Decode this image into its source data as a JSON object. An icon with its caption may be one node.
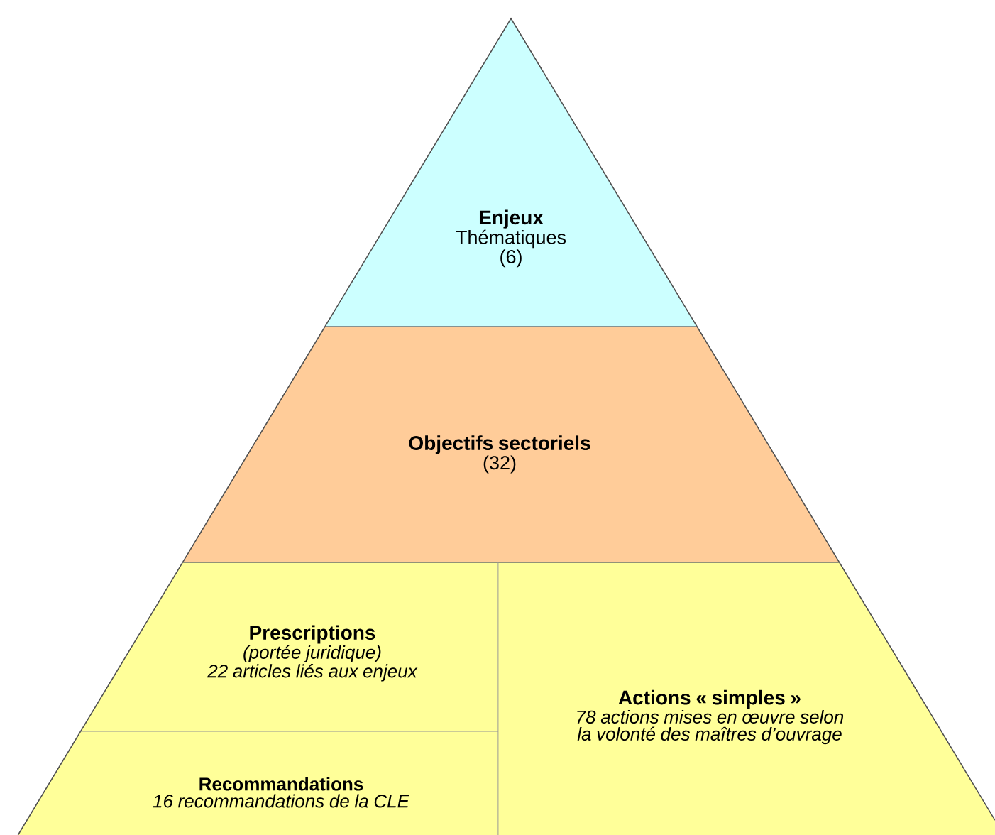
{
  "diagram": {
    "nodes": [
      {
        "text": [
          "Enjeux",
          "Thématiques",
          "(6)"
        ]
      },
      {
        "text": [
          "Objectifs sectoriels",
          "(32)"
        ]
      },
      {
        "text": [
          "Prescriptions",
          "(portée juridique)",
          "22 articles liés aux enjeux"
        ]
      },
      {
        "text": [
          "Recommandations",
          "16 recommandations de la CLE"
        ]
      },
      {
        "text": [
          "Actions « simples »",
          "78 actions mises en œuvre selon la volonté des maîtres d’ouvrage"
        ]
      }
    ]
  }
}
